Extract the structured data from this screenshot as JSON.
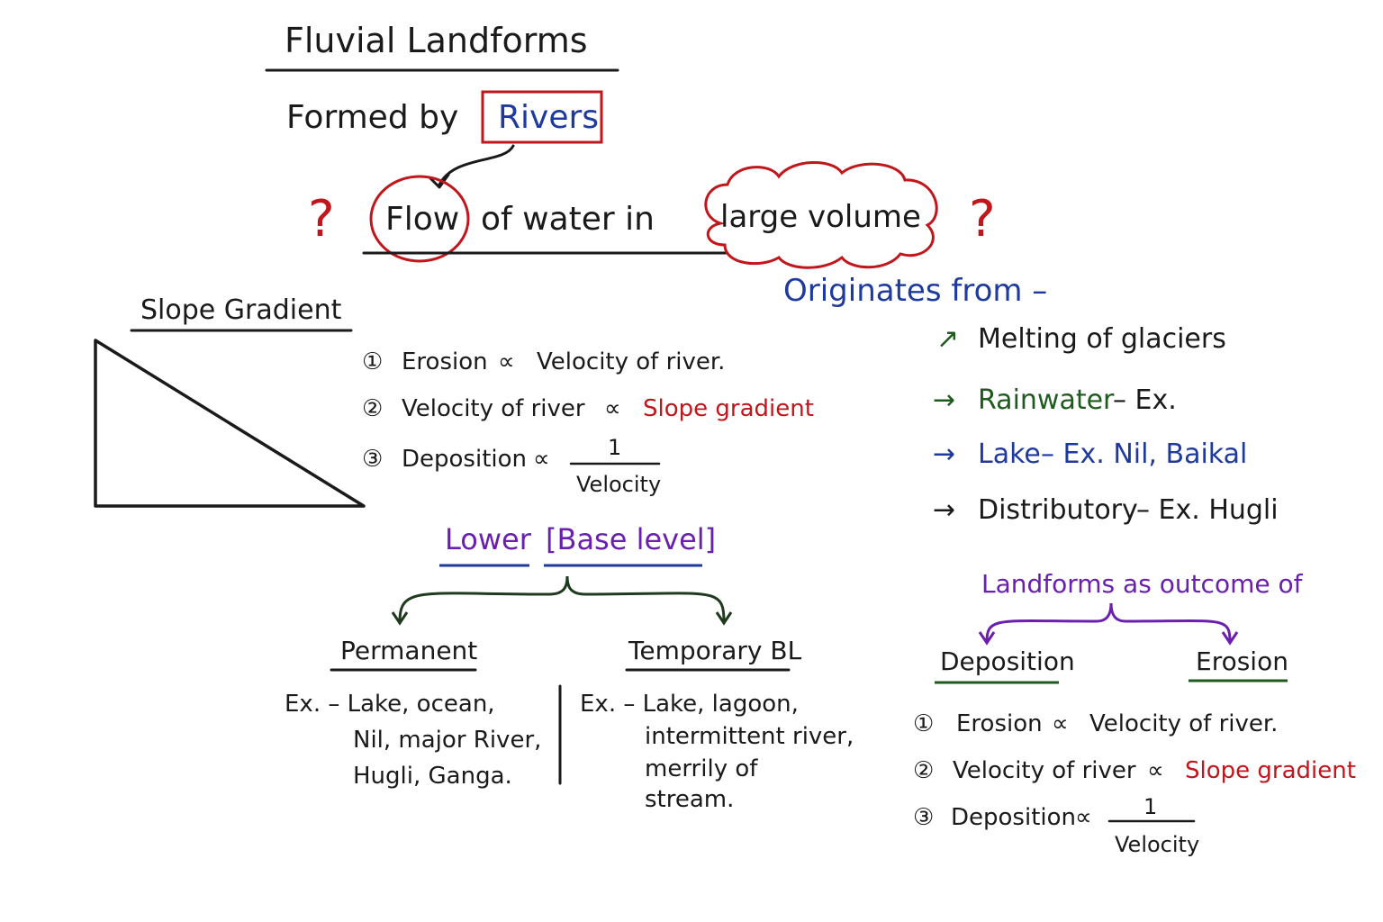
{
  "title": "Fluvial Landforms",
  "formed_by": {
    "label": "Formed by",
    "highlight": "Rivers"
  },
  "definition": {
    "flow": "Flow",
    "middle": "of water in",
    "volume": "large volume",
    "question_mark": "?"
  },
  "slope": {
    "heading": "Slope Gradient"
  },
  "relations": [
    {
      "num": "①",
      "lhs": "Erosion",
      "prop": "∝",
      "rhs": "Velocity of river.",
      "rhs_colored": ""
    },
    {
      "num": "②",
      "lhs": "Velocity of river",
      "prop": "∝",
      "rhs": "",
      "rhs_colored": "Slope gradient"
    },
    {
      "num": "③",
      "lhs": "Deposition",
      "prop": "∝",
      "numerator": "1",
      "denominator": "Velocity"
    }
  ],
  "base_level": {
    "lower": "Lower",
    "bracket": "[Base level]",
    "permanent": {
      "heading": "Permanent",
      "lines": [
        "Ex. – Lake, ocean,",
        "Nil, major River,",
        "Hugli, Ganga."
      ]
    },
    "temporary": {
      "heading": "Temporary BL",
      "lines": [
        "Ex. – Lake, lagoon,",
        "intermittent river,",
        "merrily of",
        "stream."
      ]
    }
  },
  "originates": {
    "heading": "Originates from –",
    "items": [
      {
        "arrow": "↗",
        "text": "Melting of glaciers",
        "color": "#1a1a1a",
        "arrow_color": "#1f5a1f"
      },
      {
        "arrow": "→",
        "text": "Rainwater",
        "suffix": " – Ex.",
        "color": "#1f5a1f",
        "arrow_color": "#1f5a1f"
      },
      {
        "arrow": "→",
        "text": "Lake",
        "suffix": " – Ex. Nil, Baikal",
        "color": "#1f3a9e",
        "arrow_color": "#1f3a9e"
      },
      {
        "arrow": "→",
        "text": "Distributory",
        "suffix": " – Ex. Hugli",
        "color": "#1a1a1a",
        "arrow_color": "#1a1a1a"
      }
    ]
  },
  "outcome": {
    "heading": "Landforms as outcome of",
    "left": "Deposition",
    "right": "Erosion"
  },
  "relations_right": [
    {
      "num": "①",
      "lhs": "Erosion",
      "prop": "∝",
      "rhs": "Velocity of river."
    },
    {
      "num": "②",
      "lhs": "Velocity of river",
      "prop": "∝",
      "rhs_colored": "Slope gradient"
    },
    {
      "num": "③",
      "lhs": "Deposition",
      "prop": "∝",
      "numerator": "1",
      "denominator": "Velocity"
    }
  ],
  "colors": {
    "ink": "#1a1a1a",
    "blue": "#1f3a9e",
    "red": "#c0161c",
    "green": "#1f5a1f",
    "purple": "#6a1fb0"
  }
}
